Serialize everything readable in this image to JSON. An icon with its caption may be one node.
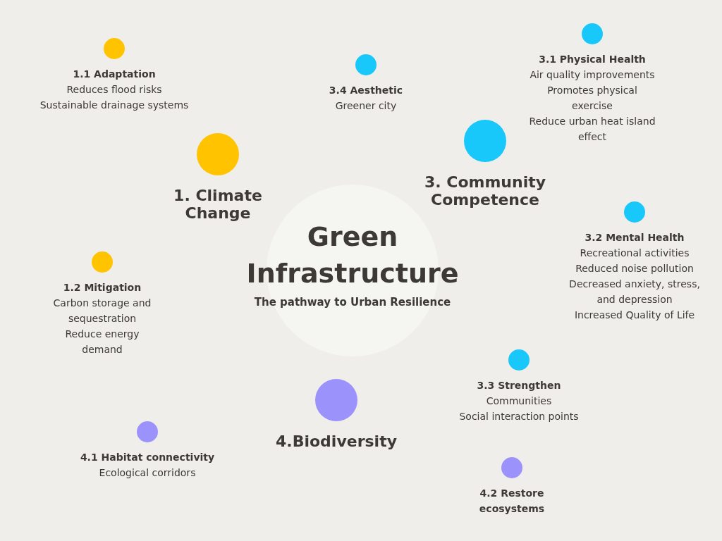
{
  "diagram": {
    "nodes": [
      {
        "text": [
          "Green Infrastructure",
          "The pathway to Urban Resilience"
        ]
      },
      {
        "text": [
          "1.1 Adaptation"
        ],
        "beside": [
          "Reduces flood risks",
          "Sustainable drainage systems"
        ]
      },
      {
        "text": [
          "3.4 Aesthetic"
        ],
        "beside": [
          "Greener city"
        ]
      },
      {
        "text": [
          "3.1 Physical Health"
        ],
        "beside": [
          "Air quality improvements",
          "Promotes physical exercise",
          "Reduce urban heat island effect"
        ]
      },
      {
        "text": [
          "1. Climate Change"
        ]
      },
      {
        "text": [
          "3. Community Competence"
        ]
      },
      {
        "text": [
          "1.2 Mitigation"
        ],
        "beside": [
          "Carbon storage and sequestration",
          "Reduce energy demand"
        ]
      },
      {
        "text": [
          "3.2 Mental Health"
        ],
        "beside": [
          "Recreational activities",
          "Reduced noise pollution",
          "Decreased anxiety, stress, and depression",
          "Increased Quality of Life"
        ]
      },
      {
        "text": [
          "3.3 Strengthen"
        ],
        "beside": [
          "Communities",
          "Social interaction points"
        ]
      },
      {
        "text": [
          "4.Biodiversity"
        ]
      },
      {
        "text": [
          "4.1 Habitat connectivity"
        ],
        "beside": [
          "Ecological corridors"
        ]
      },
      {
        "text": [
          "4.2 Restore ecosystems"
        ]
      }
    ]
  }
}
